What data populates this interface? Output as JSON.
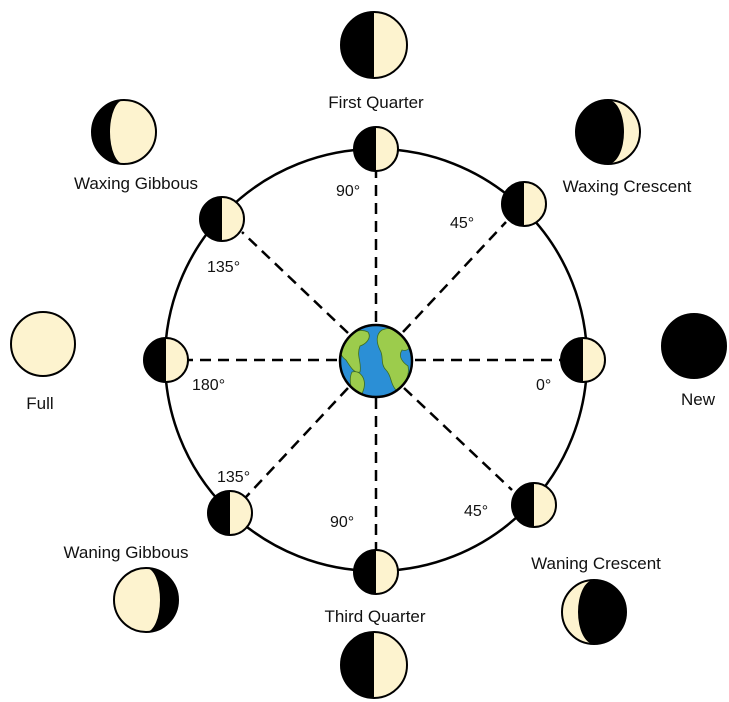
{
  "colors": {
    "moon_lit": "#fdf3cf",
    "moon_dark": "#000000",
    "orbit": "#000000",
    "earth_ocean": "#2b8fd6",
    "earth_land": "#9ccc4c"
  },
  "earth": {
    "icon": "earth-icon"
  },
  "phases": [
    {
      "id": "new",
      "label": "New",
      "angle": "0°"
    },
    {
      "id": "waxing-crescent",
      "label": "Waxing Crescent",
      "angle": "45°"
    },
    {
      "id": "first-quarter",
      "label": "First Quarter",
      "angle": "90°"
    },
    {
      "id": "waxing-gibbous",
      "label": "Waxing Gibbous",
      "angle": "135°"
    },
    {
      "id": "full",
      "label": "Full",
      "angle": "180°"
    },
    {
      "id": "waning-gibbous",
      "label": "Waning Gibbous",
      "angle": "135°"
    },
    {
      "id": "third-quarter",
      "label": "Third Quarter",
      "angle": "90°"
    },
    {
      "id": "waning-crescent",
      "label": "Waning Crescent",
      "angle": "45°"
    }
  ]
}
